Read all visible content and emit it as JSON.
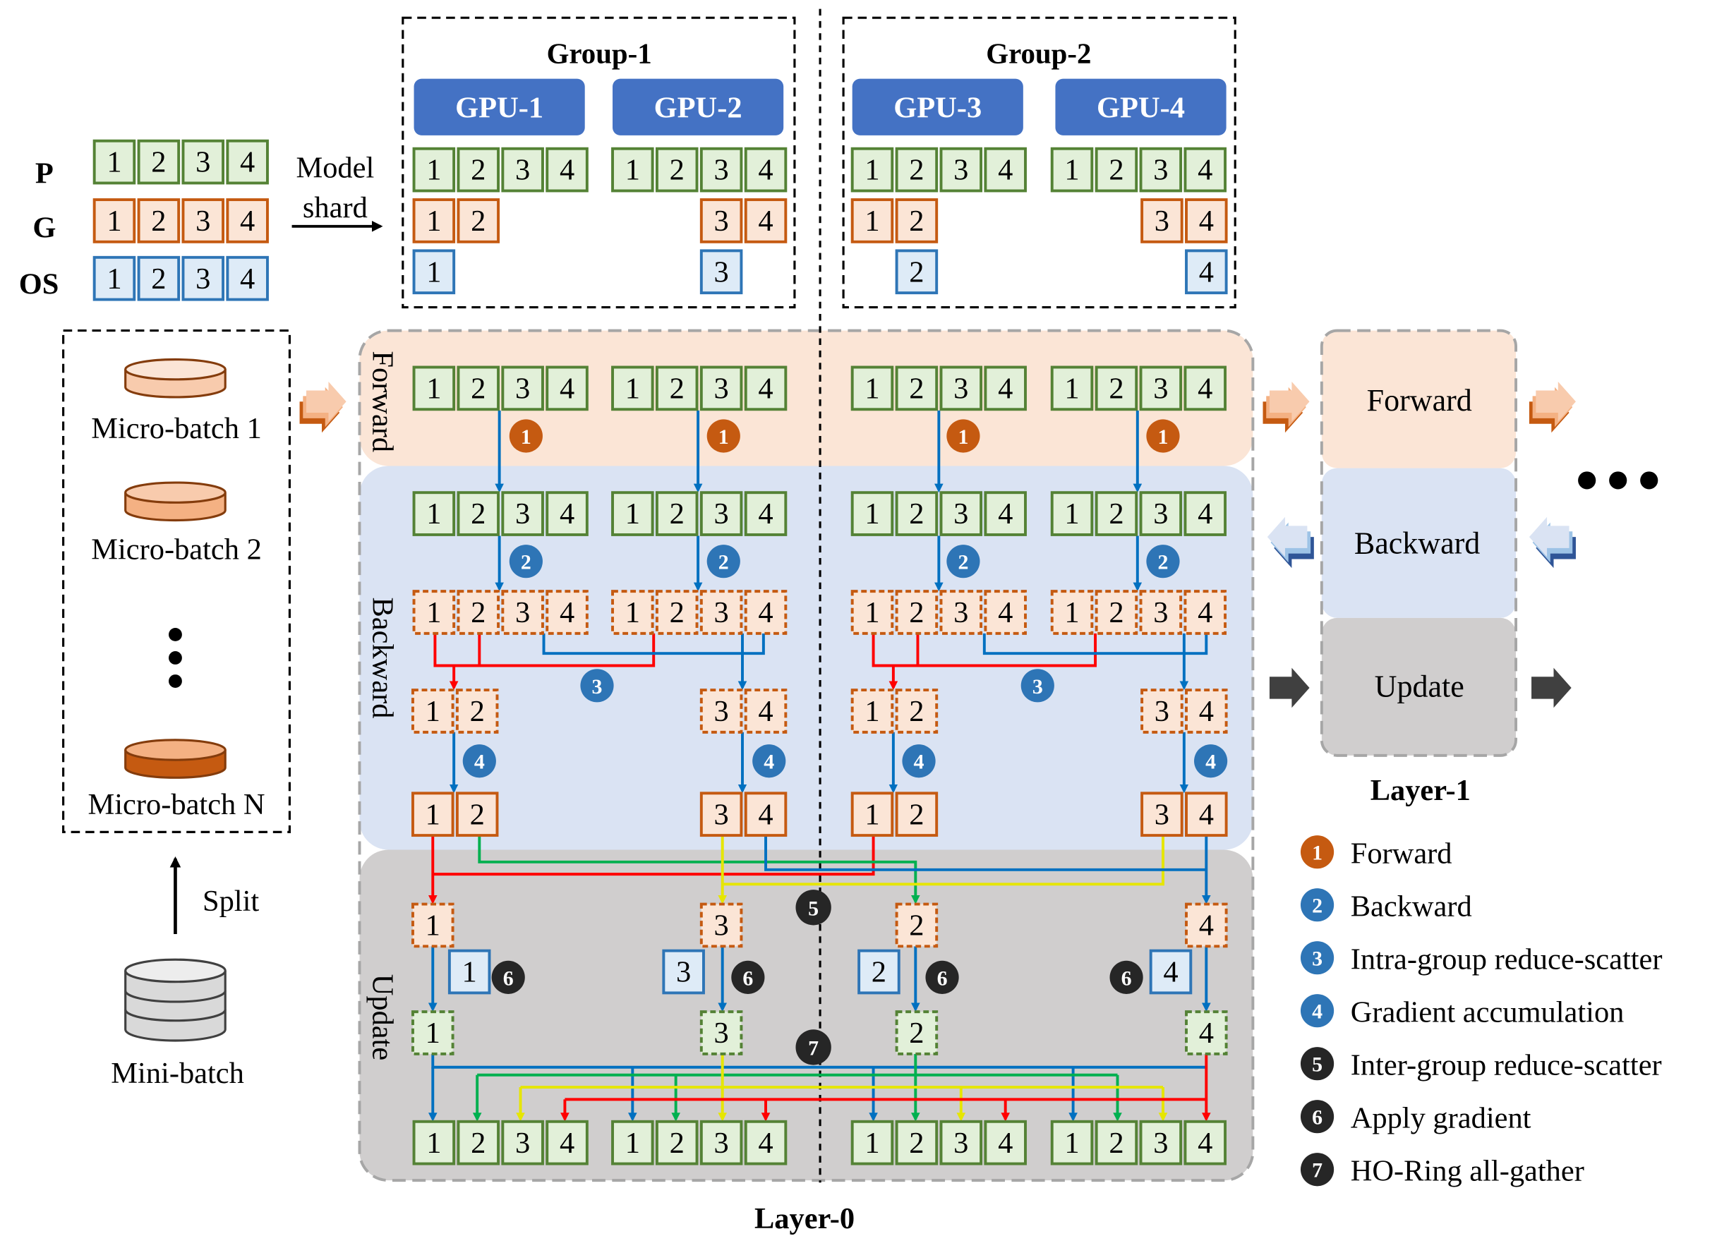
{
  "tensors": {
    "param": "P",
    "grad": "G",
    "optimizer_state": "OS",
    "model_shard": [
      "Model",
      "shard"
    ]
  },
  "shard_ids": [
    "1",
    "2",
    "3",
    "4"
  ],
  "groups": [
    "Group-1",
    "Group-2"
  ],
  "gpus": [
    "GPU-1",
    "GPU-2",
    "GPU-3",
    "GPU-4"
  ],
  "micro_batches": [
    "Micro-batch 1",
    "Micro-batch 2",
    "Micro-batch N"
  ],
  "mini_batch": "Mini-batch",
  "split": "Split",
  "phases": {
    "forward": "Forward",
    "backward": "Backward",
    "update": "Update"
  },
  "layers": [
    "Layer-0",
    "Layer-1"
  ],
  "steps": [
    {
      "n": "1",
      "label": "Forward",
      "color": "#c55a11"
    },
    {
      "n": "2",
      "label": "Backward",
      "color": "#2e75b6"
    },
    {
      "n": "3",
      "label": "Intra-group reduce-scatter",
      "color": "#2e75b6"
    },
    {
      "n": "4",
      "label": "Gradient accumulation",
      "color": "#2e75b6"
    },
    {
      "n": "5",
      "label": "Inter-group reduce-scatter",
      "color": "#262626"
    },
    {
      "n": "6",
      "label": "Apply gradient",
      "color": "#262626"
    },
    {
      "n": "7",
      "label": "HO-Ring all-gather",
      "color": "#262626"
    }
  ],
  "colors": {
    "param_fill": "#e2f0d9",
    "param_stroke": "#548235",
    "grad_fill": "#fbe5d6",
    "grad_stroke": "#c55a11",
    "os_fill": "#deebf7",
    "os_stroke": "#2e75b6",
    "gpu_fill": "#4472c4",
    "forward_bg": "#fbe5d6",
    "backward_bg": "#dae3f3",
    "update_bg": "#d0cece",
    "red": "#ff0000",
    "green": "#00b050",
    "yellow": "#ffff00",
    "blue": "#0070c0"
  }
}
